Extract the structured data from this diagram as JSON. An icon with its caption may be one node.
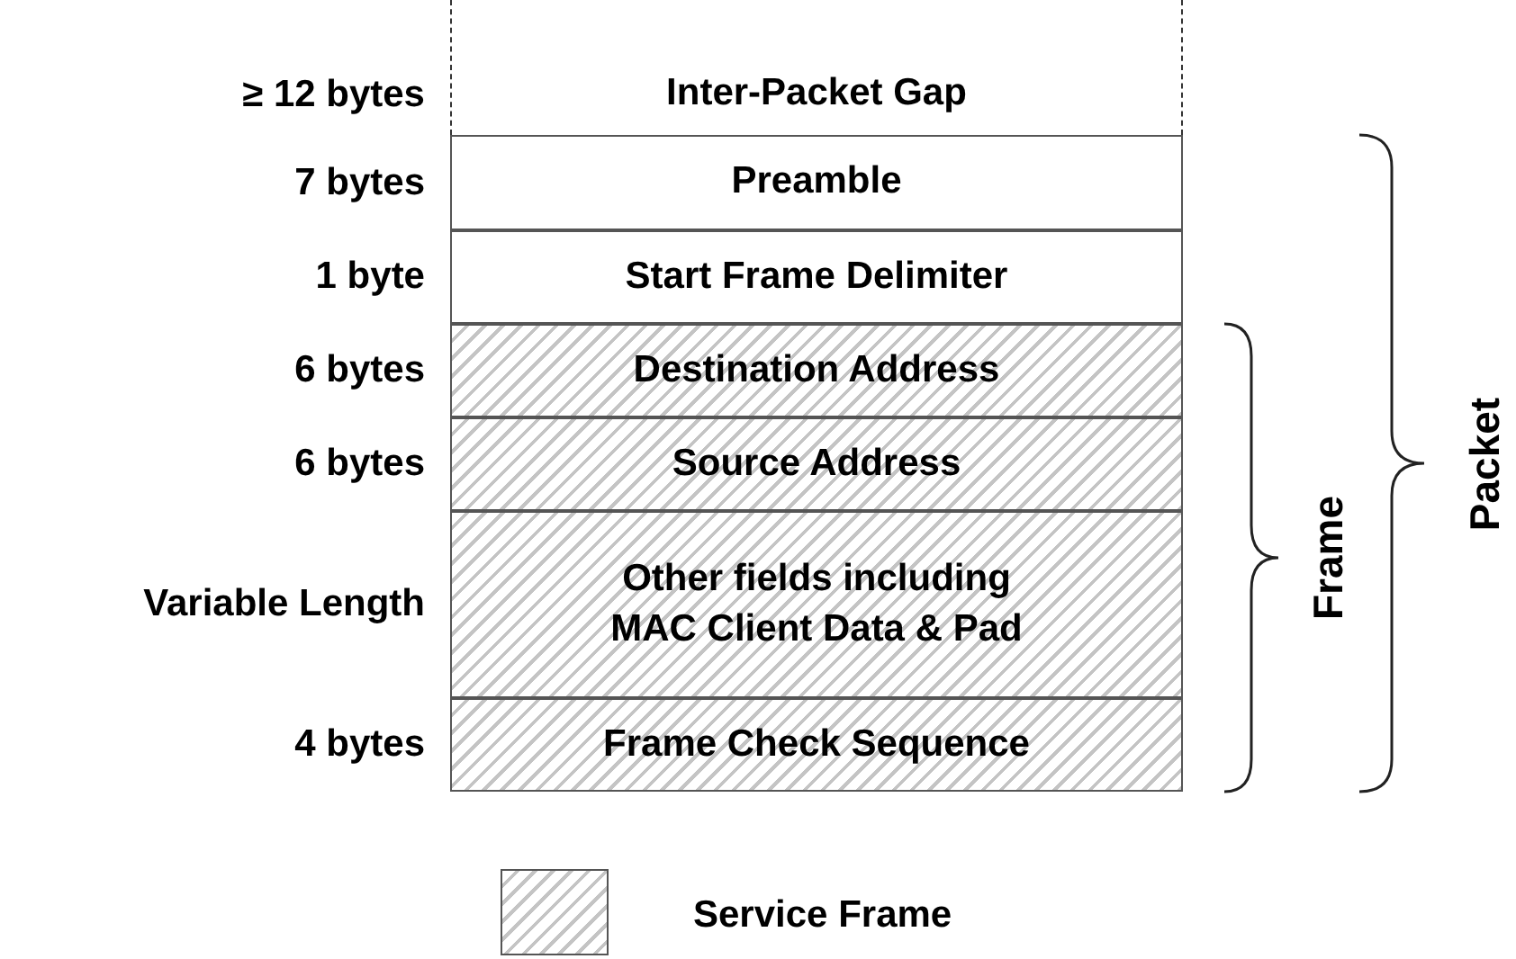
{
  "diagram": {
    "nodes": [
      {
        "text": [
          "Inter-Packet Gap"
        ],
        "beside": [
          "≥ 12 bytes"
        ]
      },
      {
        "text": [
          "Preamble"
        ],
        "beside": [
          "7 bytes"
        ]
      },
      {
        "text": [
          "Start Frame Delimiter"
        ],
        "beside": [
          "1 byte"
        ]
      },
      {
        "text": [
          "Destination Address"
        ],
        "beside": [
          "6 bytes"
        ]
      },
      {
        "text": [
          "Source Address"
        ],
        "beside": [
          "6 bytes"
        ]
      },
      {
        "text": [
          "Other fields including MAC Client Data & Pad"
        ],
        "beside": [
          "Variable Length"
        ]
      },
      {
        "text": [
          "Frame Check Sequence"
        ],
        "beside": [
          "4 bytes"
        ]
      }
    ],
    "labels": [
      "Frame",
      "Packet"
    ],
    "legend": [
      {
        "text": "Service Frame"
      }
    ]
  }
}
